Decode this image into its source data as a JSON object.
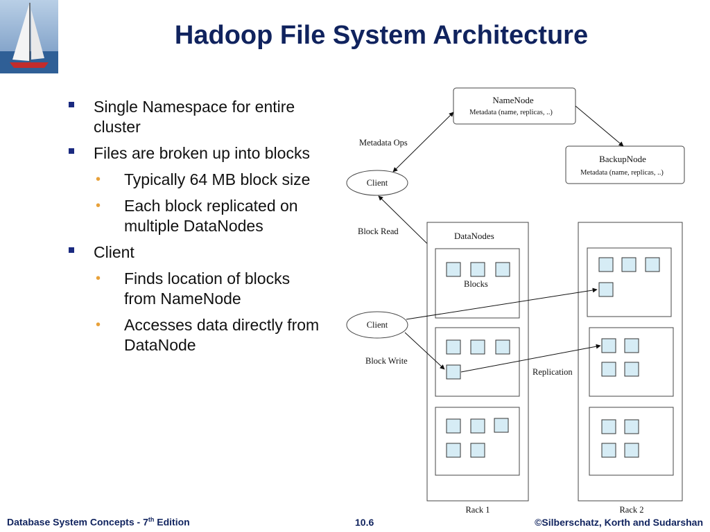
{
  "slide": {
    "title": "Hadoop File System Architecture"
  },
  "bullets": [
    {
      "text": "Single Namespace for entire cluster",
      "level": 1
    },
    {
      "text": "Files are broken up into blocks",
      "level": 1
    },
    {
      "text": "Typically 64 MB block size",
      "level": 2
    },
    {
      "text": "Each block replicated on multiple DataNodes",
      "level": 2
    },
    {
      "text": "Client",
      "level": 1
    },
    {
      "text": "Finds location of blocks from NameNode",
      "level": 2
    },
    {
      "text": "Accesses data directly from DataNode",
      "level": 2
    }
  ],
  "diagram": {
    "namenode": {
      "title": "NameNode",
      "subtitle": "Metadata (name, replicas, ..)"
    },
    "backupnode": {
      "title": "BackupNode",
      "subtitle": "Metadata (name, replicas, ..)"
    },
    "client_top": "Client",
    "client_bottom": "Client",
    "metadata_ops": "Metadata Ops",
    "block_read": "Block Read",
    "block_write": "Block Write",
    "replication": "Replication",
    "datanodes": "DataNodes",
    "blocks": "Blocks",
    "rack1": "Rack 1",
    "rack2": "Rack 2"
  },
  "colors": {
    "title": "#10235e",
    "bullet_square": "#1a2a80",
    "bullet_dot": "#e8a13a",
    "block_fill": "#d6ecf5"
  },
  "footer": {
    "left_prefix": "Database System Concepts - 7",
    "left_sup": "th",
    "left_suffix": " Edition",
    "page": "10.6",
    "right": "©Silberschatz, Korth and Sudarshan"
  }
}
